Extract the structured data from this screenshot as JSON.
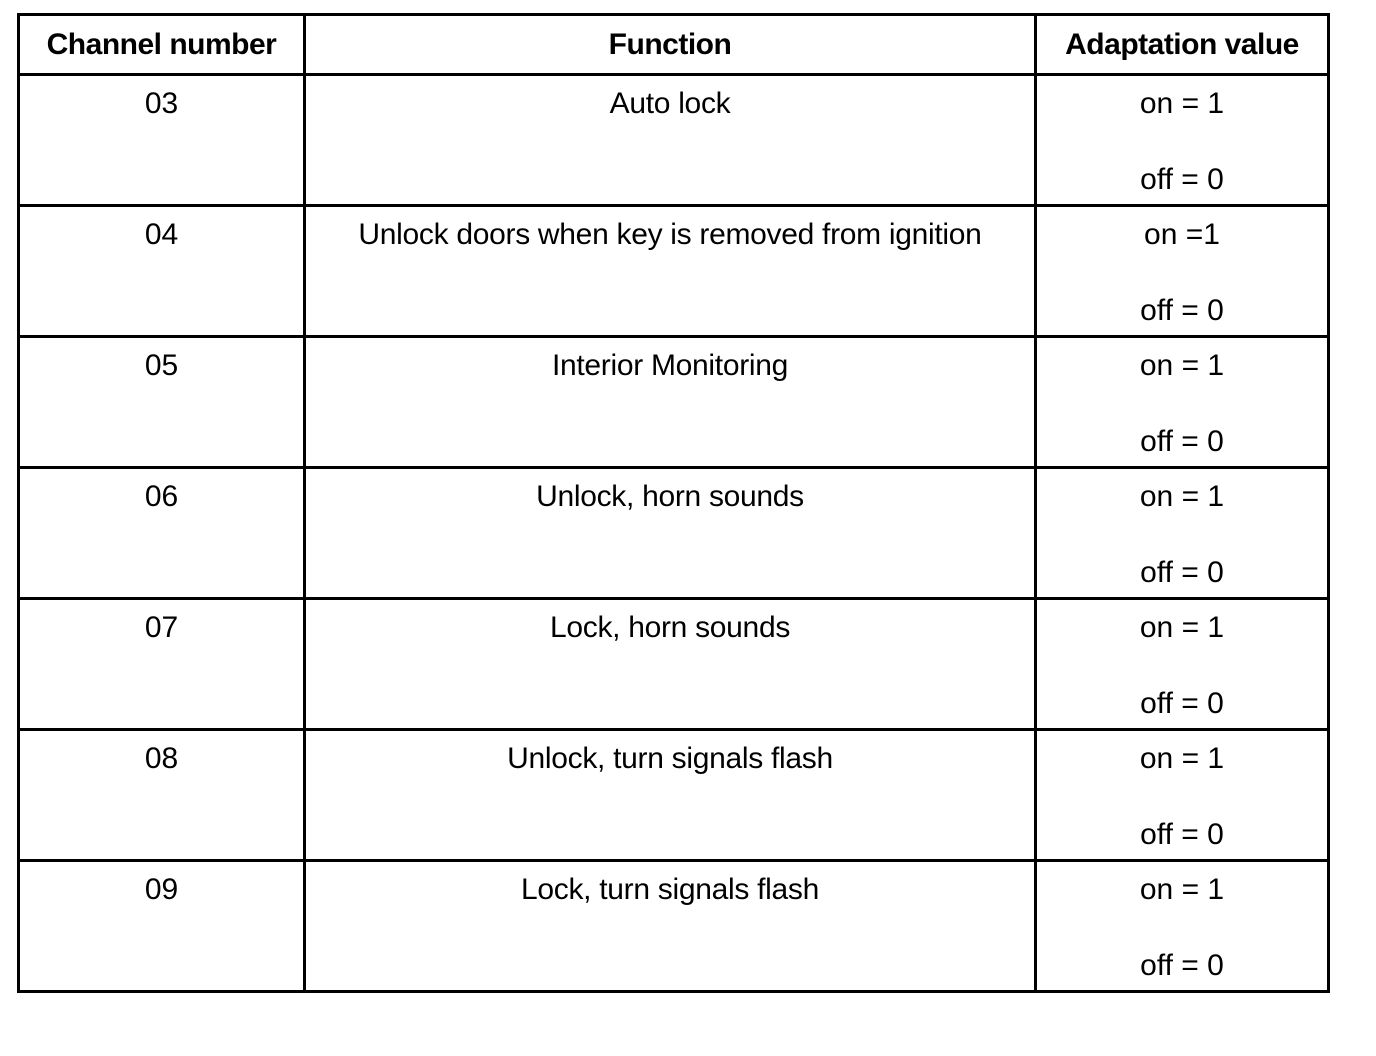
{
  "table": {
    "headers": {
      "channel": "Channel number",
      "function": "Function",
      "value": "Adaptation value"
    },
    "rows": [
      {
        "channel": "03",
        "function": "Auto lock",
        "on": "on = 1",
        "off": "off = 0"
      },
      {
        "channel": "04",
        "function": "Unlock doors when key is removed from ignition",
        "on": "on =1",
        "off": "off = 0"
      },
      {
        "channel": "05",
        "function": "Interior Monitoring",
        "on": "on = 1",
        "off": "off = 0"
      },
      {
        "channel": "06",
        "function": "Unlock, horn sounds",
        "on": "on = 1",
        "off": "off = 0"
      },
      {
        "channel": "07",
        "function": "Lock, horn sounds",
        "on": "on = 1",
        "off": "off = 0"
      },
      {
        "channel": "08",
        "function": "Unlock, turn signals flash",
        "on": "on = 1",
        "off": "off = 0"
      },
      {
        "channel": "09",
        "function": "Lock, turn signals flash",
        "on": "on = 1",
        "off": "off = 0"
      }
    ]
  }
}
